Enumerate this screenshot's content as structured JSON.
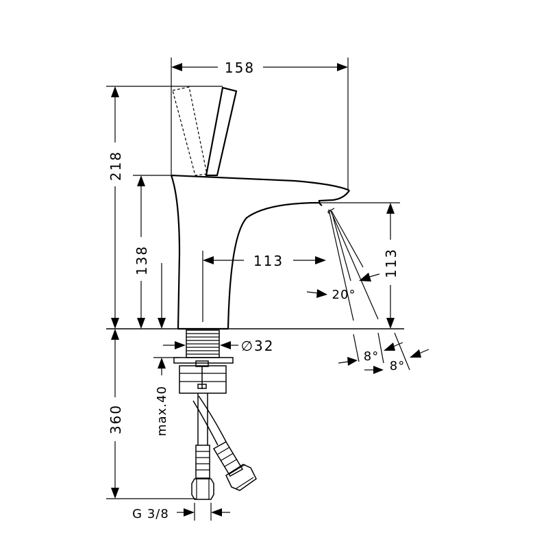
{
  "dimensions": {
    "overall_depth": "158",
    "overall_height": "218",
    "spout_height": "138",
    "spout_reach": "113",
    "outlet_height": "113",
    "spray_angle": "20°",
    "tilt_angle_1": "8°",
    "tilt_angle_2": "8°",
    "shank_diameter": "∅32",
    "below_counter_length": "360",
    "max_counter_thickness": "max.40",
    "connection_thread": "G 3/8"
  }
}
